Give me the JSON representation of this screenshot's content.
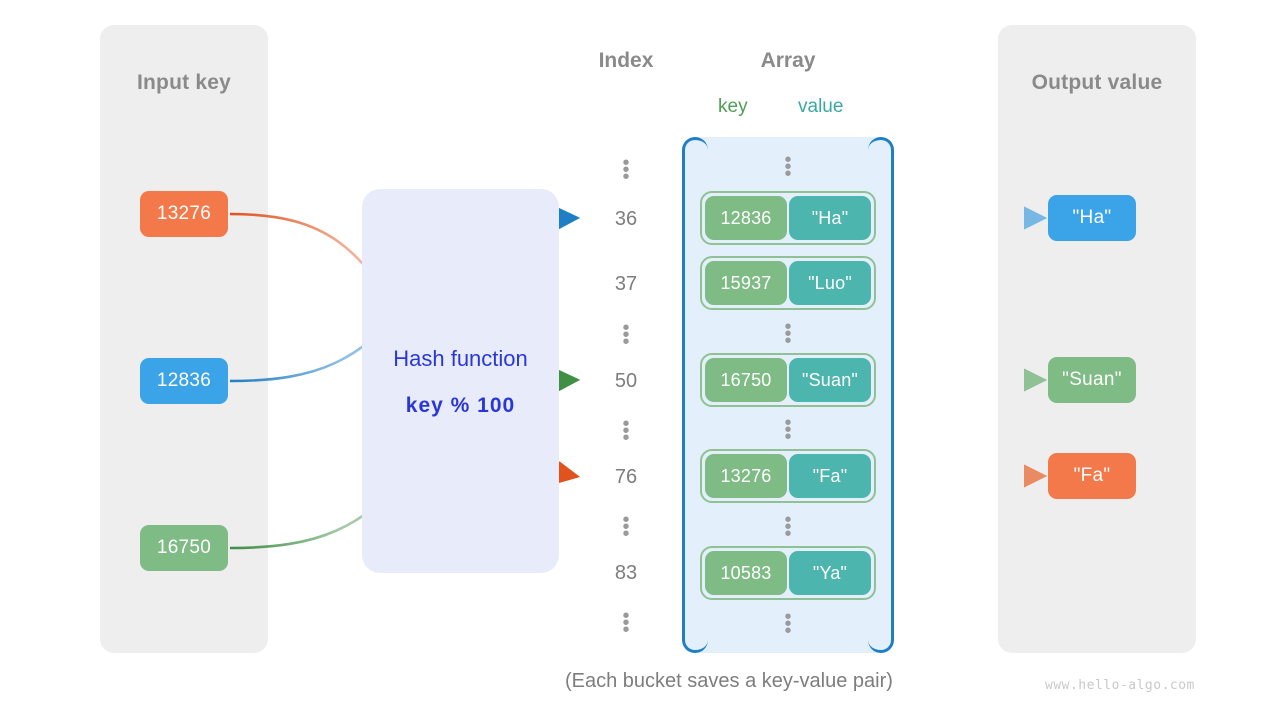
{
  "panels": {
    "input": {
      "title": "Input key"
    },
    "output": {
      "title": "Output value"
    }
  },
  "headers": {
    "index": "Index",
    "array": "Array",
    "key_col": "key",
    "value_col": "value"
  },
  "hash_function": {
    "name": "Hash function",
    "expression": "key % 100"
  },
  "input_keys": [
    {
      "label": "13276",
      "color": "#f3794b",
      "maps_to_index": "76"
    },
    {
      "label": "12836",
      "color": "#3ba3e8",
      "maps_to_index": "36"
    },
    {
      "label": "16750",
      "color": "#7ebb85",
      "maps_to_index": "50"
    }
  ],
  "index_column": [
    {
      "type": "dots"
    },
    {
      "type": "index",
      "label": "36"
    },
    {
      "type": "index",
      "label": "37"
    },
    {
      "type": "dots"
    },
    {
      "type": "index",
      "label": "50"
    },
    {
      "type": "dots"
    },
    {
      "type": "index",
      "label": "76"
    },
    {
      "type": "dots"
    },
    {
      "type": "index",
      "label": "83"
    },
    {
      "type": "dots"
    }
  ],
  "array_buckets": [
    {
      "key": "12836",
      "value": "\"Ha\""
    },
    {
      "key": "15937",
      "value": "\"Luo\""
    },
    {
      "key": "16750",
      "value": "\"Suan\""
    },
    {
      "key": "13276",
      "value": "\"Fa\""
    },
    {
      "key": "10583",
      "value": "\"Ya\""
    }
  ],
  "output_values": [
    {
      "label": "\"Ha\"",
      "color": "#3ba3e8"
    },
    {
      "label": "\"Suan\"",
      "color": "#7ebb85"
    },
    {
      "label": "\"Fa\"",
      "color": "#f3794b"
    }
  ],
  "caption": "(Each bucket saves a key-value pair)",
  "watermark": "www.hello-algo.com",
  "colors": {
    "orange": "#f3794b",
    "blue": "#3ba3e8",
    "green": "#7ebb85",
    "teal": "#4cb5ae",
    "array_fill": "#e3f0fb",
    "array_border": "#1f7fc4",
    "hash_fill": "#e8ecfa",
    "hash_text": "#2a37d6",
    "panel_fill": "#eeeeee"
  }
}
